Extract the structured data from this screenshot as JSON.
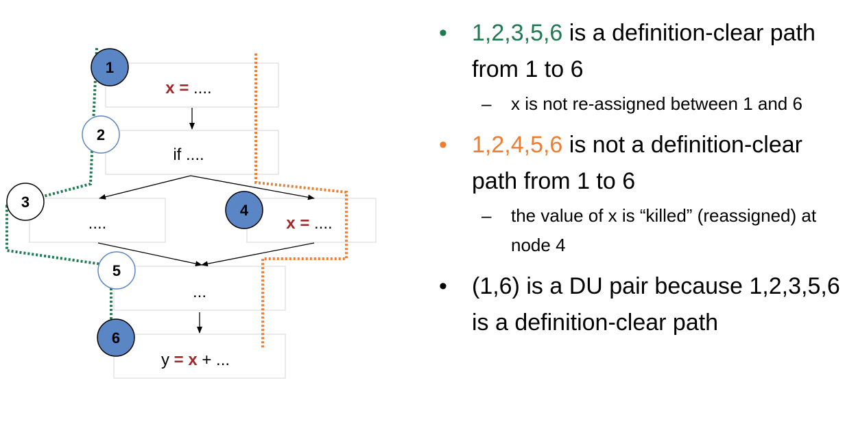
{
  "nodes": [
    {
      "id": "1",
      "label": "x = ....",
      "def_var": "x",
      "def_op": "=",
      "rest": " ...."
    },
    {
      "id": "2",
      "label": "if ...."
    },
    {
      "id": "3",
      "label": "...."
    },
    {
      "id": "4",
      "label": "x = ....",
      "def_var": "x",
      "def_op": "=",
      "rest": " ...."
    },
    {
      "id": "5",
      "label": "..."
    },
    {
      "id": "6",
      "use_prefix": "y ",
      "use_op": "=",
      "use_var": " x",
      "rest": " + ..."
    }
  ],
  "edges": [
    [
      "1",
      "2"
    ],
    [
      "2",
      "3"
    ],
    [
      "2",
      "4"
    ],
    [
      "3",
      "5"
    ],
    [
      "4",
      "5"
    ],
    [
      "5",
      "6"
    ]
  ],
  "paths": [
    {
      "nodes": "1,2,3,5,6",
      "color": "#1f7a52",
      "style": "dotted"
    },
    {
      "nodes": "1,2,4,5,6",
      "color": "#ed7d31",
      "style": "dotted"
    }
  ],
  "colors": {
    "definition": "#a0282a",
    "green": "#1f7a52",
    "orange": "#ed7d31",
    "node_fill": "#5b86c5"
  },
  "bullets": [
    {
      "highlight": "1,2,3,5,6",
      "highlight_color": "green",
      "text": " is a definition-clear path from 1 to 6",
      "sub": "x is not re-assigned between 1 and 6"
    },
    {
      "highlight": "1,2,4,5,6",
      "highlight_color": "orange",
      "text": " is not a definition-clear path from 1 to 6",
      "sub": "the value of x is “killed” (reassigned) at node 4"
    },
    {
      "highlight": "",
      "highlight_color": "",
      "text": "(1,6) is a DU pair because 1,2,3,5,6 is a definition-clear path",
      "sub": ""
    }
  ],
  "symbols": {
    "bullet": "•",
    "dash": "–"
  }
}
